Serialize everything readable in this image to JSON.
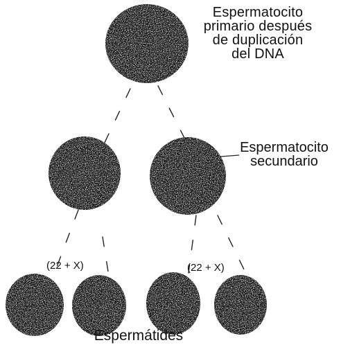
{
  "labels": {
    "primary_spermatocyte": "Espermatocito\nprimario después\nde duplicación\ndel DNA",
    "secondary_spermatocyte": "Espermatocito\nsecundario",
    "spermatids": "Espermátides"
  },
  "chromosome_labels": {
    "left": "(22 + X)",
    "right": "(22 + X)"
  },
  "colors": {
    "cell_fill": "#151515",
    "line_color": "#222222",
    "background": "#ffffff"
  }
}
